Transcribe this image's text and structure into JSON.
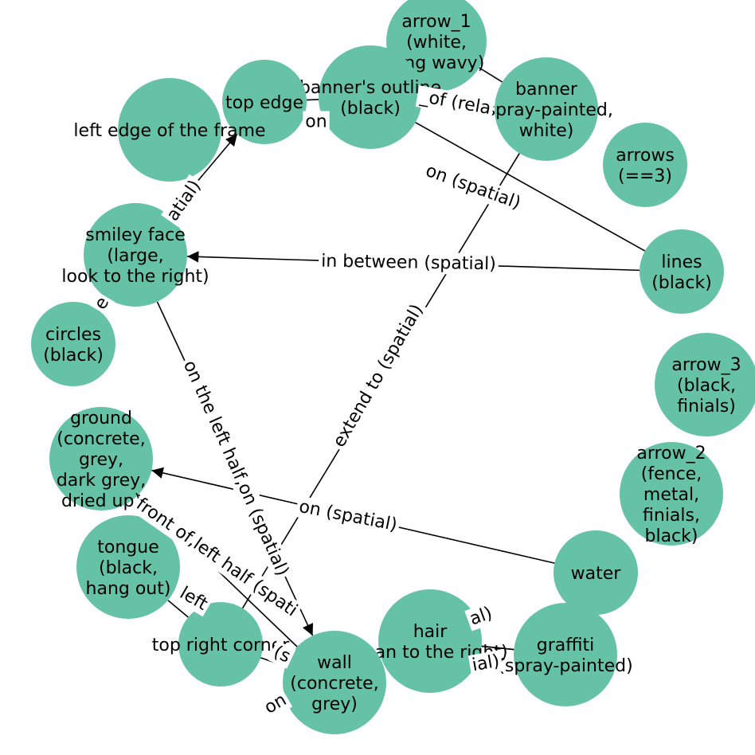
{
  "graph": {
    "node_color": "#66c2a5",
    "edge_color": "#000000",
    "nodes": [
      {
        "id": "arrow_1",
        "lines": [
          "arrow_1",
          "(white,",
          "long wavy)"
        ]
      },
      {
        "id": "banner_outline",
        "lines": [
          "banner's outline",
          "(black)"
        ]
      },
      {
        "id": "banner",
        "lines": [
          "banner",
          "(spray-painted,",
          "white)"
        ]
      },
      {
        "id": "top_edge",
        "lines": [
          "top edge"
        ]
      },
      {
        "id": "left_edge",
        "lines": [
          "left edge of the frame"
        ]
      },
      {
        "id": "arrows",
        "lines": [
          "arrows",
          "(==3)"
        ]
      },
      {
        "id": "smiley",
        "lines": [
          "smiley face",
          "(large,",
          "look to the right)"
        ]
      },
      {
        "id": "lines",
        "lines": [
          "lines",
          "(black)"
        ]
      },
      {
        "id": "circles",
        "lines": [
          "circles",
          "(black)"
        ]
      },
      {
        "id": "arrow_3",
        "lines": [
          "arrow_3",
          "(black,",
          "finials)"
        ]
      },
      {
        "id": "ground",
        "lines": [
          "ground",
          "(concrete,",
          "grey,",
          "dark grey,",
          "dried up)"
        ]
      },
      {
        "id": "arrow_2",
        "lines": [
          "arrow_2",
          "(fence,",
          "metal,",
          "finials,",
          "black)"
        ]
      },
      {
        "id": "tongue",
        "lines": [
          "tongue",
          "(black,",
          "hang out)"
        ]
      },
      {
        "id": "water",
        "lines": [
          "water"
        ]
      },
      {
        "id": "top_right_corner",
        "lines": [
          "top right corner"
        ]
      },
      {
        "id": "hair",
        "lines": [
          "hair",
          "(lean to the right)"
        ]
      },
      {
        "id": "graffiti",
        "lines": [
          "graffiti",
          "(spray-painted)"
        ]
      },
      {
        "id": "wall",
        "lines": [
          "wall",
          "(concrete,",
          "grey)"
        ]
      }
    ],
    "edges": [
      {
        "from": "lines",
        "to": "banner_outline",
        "label": "on (spatial)",
        "arrow": false
      },
      {
        "from": "lines",
        "to": "smiley",
        "label": "in between (spatial)",
        "arrow": true
      },
      {
        "from": "banner",
        "to": "top_right_corner",
        "label": "extend to (spatial)",
        "arrow": false
      },
      {
        "from": "water",
        "to": "ground",
        "label": "on (spatial)",
        "arrow": true
      },
      {
        "from": "smiley",
        "to": "wall",
        "label": "on the left half,on (spatial)",
        "arrow": true
      },
      {
        "from": "smiley",
        "to": "top_edge",
        "label": "atial)",
        "arrow": true
      },
      {
        "from": "arrow_1",
        "to": "banner",
        "label": "_of (rela",
        "arrow": false
      },
      {
        "from": "banner_outline",
        "to": "top_edge",
        "label": "on",
        "arrow": false
      },
      {
        "from": "ground",
        "to": "wall",
        "label": "front of,left half (spati",
        "arrow": false
      },
      {
        "from": "tongue",
        "to": "top_right_corner",
        "label": "left",
        "arrow": false
      },
      {
        "from": "top_right_corner",
        "to": "wall",
        "label": "(s",
        "arrow": false
      },
      {
        "from": "hair",
        "to": "graffiti",
        "label": "al)",
        "arrow": false
      },
      {
        "from": "hair",
        "to": "graffiti",
        "label": "ial)",
        "arrow": false
      },
      {
        "from": "wall",
        "to": "wall",
        "label": "on",
        "arrow": false
      },
      {
        "from": "smiley",
        "to": "circles",
        "label": "e",
        "arrow": false
      }
    ]
  }
}
